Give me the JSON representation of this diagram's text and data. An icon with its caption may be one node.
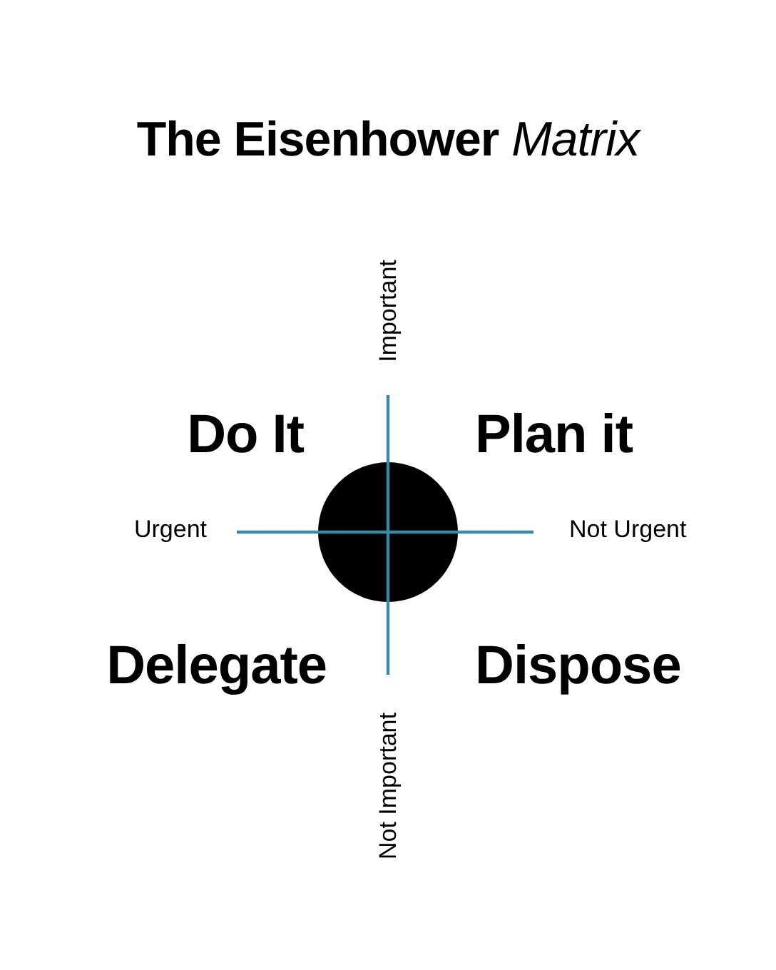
{
  "diagram": {
    "title": "The Eisenhower *Matrix*",
    "labels": [
      "Important",
      "Do It",
      "Plan it",
      "Urgent",
      "Not Urgent",
      "Delegate",
      "Dispose",
      "Not Important"
    ]
  }
}
